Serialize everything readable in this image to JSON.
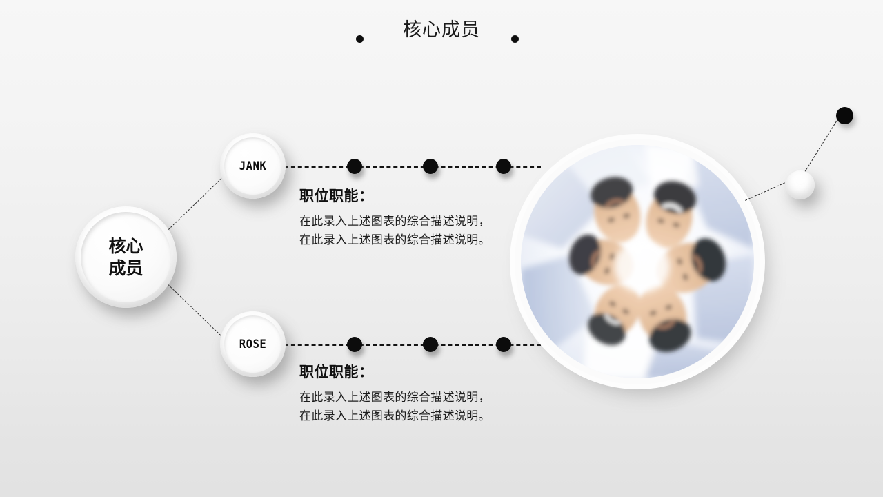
{
  "slide": {
    "title": "核心成员",
    "background_top_color": "#f7f7f7",
    "background_bottom_color": "#e2e2e2",
    "accent_color": "#0c0c0c"
  },
  "core": {
    "label": "核心\n成员"
  },
  "members": [
    {
      "name": "JANK",
      "heading": "职位职能：",
      "body": "在此录入上述图表的综合描述说明，\n在此录入上述图表的综合描述说明。"
    },
    {
      "name": "ROSE",
      "heading": "职位职能：",
      "body": "在此录入上述图表的综合描述说明，\n在此录入上述图表的综合描述说明。"
    }
  ],
  "photo": {
    "alt": "team-huddle-photo"
  },
  "decorations": {
    "row_dot_count": 3,
    "header_dot_count": 2
  }
}
